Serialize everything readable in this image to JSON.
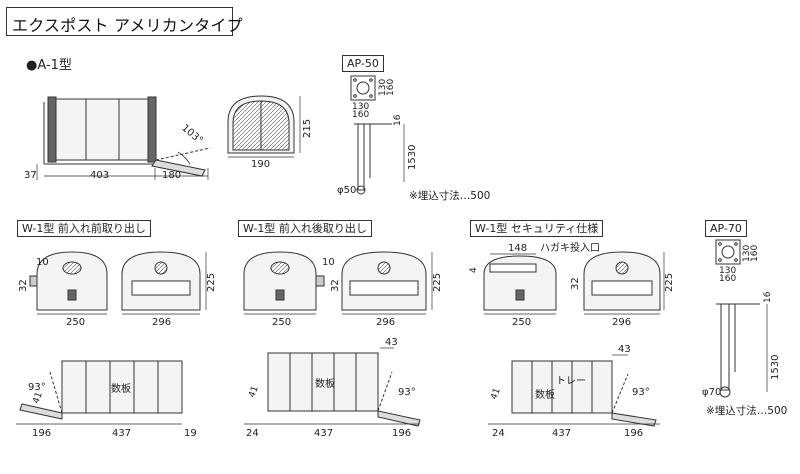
{
  "header": {
    "title": "エクスポスト アメリカンタイプ"
  },
  "model_a1": "●A-1型",
  "sections": {
    "ap50": "AP-50",
    "ap70": "AP-70",
    "w1_front": "W-1型 前入れ前取り出し",
    "w1_rear": "W-1型 前入れ後取り出し",
    "w1_security": "W-1型 セキュリティ仕様"
  },
  "notes": {
    "buried_ap50": "※埋込寸法…500",
    "buried_ap70": "※埋込寸法…500",
    "postcard_slot": "ハガキ投入口",
    "number_plate": "数板",
    "tray": "トレー"
  },
  "dims": {
    "a1_width": "403",
    "a1_left": "37",
    "a1_flap": "180",
    "a1_angle": "103°",
    "a1_front_w": "190",
    "a1_front_h": "215",
    "ap50_h": "1530",
    "ap50_top": "16",
    "ap50_phi": "φ50",
    "ap50_plate_a": "130",
    "ap50_plate_b": "160",
    "ap50_plate_c": "130",
    "ap50_plate_d": "160",
    "ap70_h": "1530",
    "ap70_top": "16",
    "ap70_phi": "φ70",
    "ap70_plate_a": "130",
    "ap70_plate_b": "160",
    "ap70_plate_c": "130",
    "ap70_plate_d": "160",
    "f_flag": "10",
    "f_side": "32",
    "f_h": "225",
    "f_w1": "250",
    "f_w2": "296",
    "r_flag": "10",
    "r_side": "32",
    "r_h": "225",
    "r_w1": "250",
    "r_w2": "296",
    "s_slot": "148",
    "s_side": "4",
    "s_side2": "32",
    "s_h": "225",
    "s_w1": "250",
    "s_w2": "296",
    "p1_a": "196",
    "p1_b": "437",
    "p1_c": "19",
    "p1_angle": "93°",
    "p1_small": "41",
    "p2_a": "24",
    "p2_b": "437",
    "p2_c": "196",
    "p2_top": "43",
    "p2_angle": "93°",
    "p2_small": "41",
    "p3_a": "24",
    "p3_b": "437",
    "p3_c": "196",
    "p3_top": "43",
    "p3_angle": "93°",
    "p3_small": "41"
  }
}
